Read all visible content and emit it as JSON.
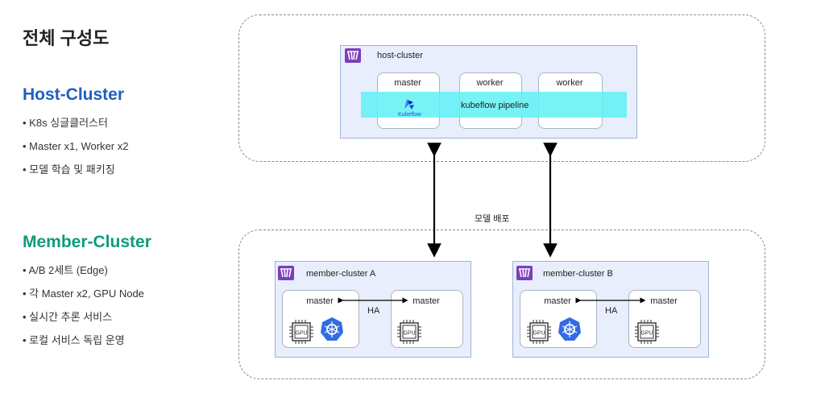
{
  "title": "전체 구성도",
  "host_section": {
    "title": "Host-Cluster",
    "bullets": [
      "K8s 싱글클러스터",
      "Master x1, Worker x2",
      "모델 학습 및 패키징"
    ]
  },
  "member_section": {
    "title": "Member-Cluster",
    "bullets": [
      "A/B 2세트 (Edge)",
      "각 Master x2, GPU Node",
      "실시간 추론 서비스",
      "로컬 서비스 독립 운영"
    ]
  },
  "diagram": {
    "host_cluster": {
      "label": "host-cluster",
      "nodes": [
        "master",
        "worker",
        "worker"
      ],
      "pipeline_label": "kubeflow pipeline",
      "kubeflow_logo_text": "Kubeflow"
    },
    "deploy_label": "모델 배포",
    "member_a": {
      "label": "member-cluster A",
      "node_left": "master",
      "node_right": "master",
      "ha": "HA"
    },
    "member_b": {
      "label": "member-cluster B",
      "node_left": "master",
      "node_right": "master",
      "ha": "HA"
    },
    "gpu_text": "GPU",
    "icons": {
      "cluster": "kubernetes-cluster-icon",
      "gpu": "gpu-chip-icon",
      "kube": "kubernetes-logo-icon",
      "kubeflow": "kubeflow-logo-icon"
    },
    "colors": {
      "host_title": "#1f5fbf",
      "member_title": "#0f9b7a",
      "cluster_bg": "#e8eefb",
      "pipeline_band": "#5ff1f4",
      "k8s_blue": "#326ce5"
    }
  }
}
